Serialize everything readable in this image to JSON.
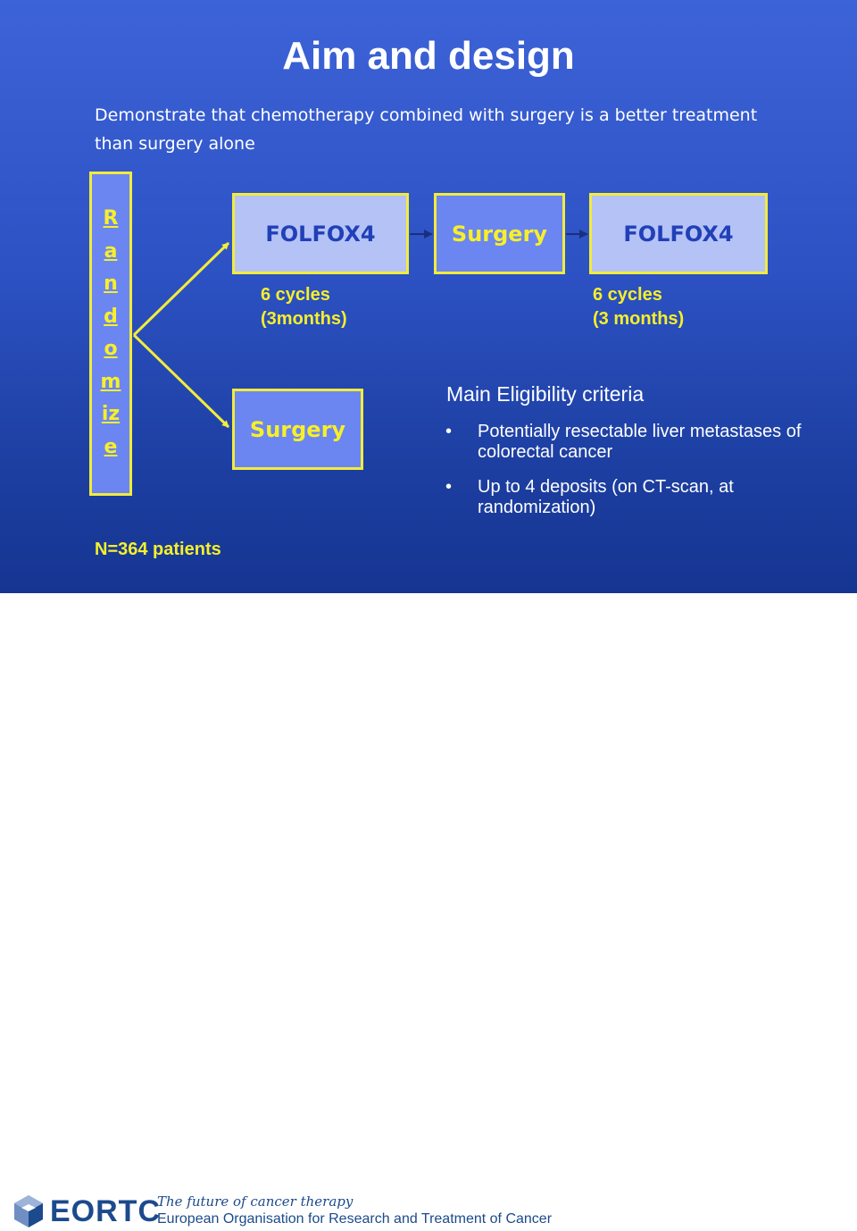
{
  "title": "Aim and design",
  "subtitle": "Demonstrate that chemotherapy combined with surgery is a better treatment than surgery alone",
  "randomize": [
    "R",
    "a",
    "n",
    "d",
    "o",
    "m",
    "iz",
    "e"
  ],
  "arms": {
    "folfox_pre": "FOLFOX4",
    "surgery_main": "Surgery",
    "folfox_post": "FOLFOX4",
    "surgery_alone": "Surgery"
  },
  "cycles": {
    "pre": {
      "line1": "6 cycles",
      "line2": "(3months)"
    },
    "post": {
      "line1": "6 cycles",
      "line2": "(3 months)"
    }
  },
  "criteria": {
    "heading": "Main Eligibility criteria",
    "items": [
      "Potentially resectable liver metastases of colorectal cancer",
      "Up to 4 deposits (on CT-scan, at randomization)"
    ]
  },
  "n_patients": "N=364 patients",
  "footer": {
    "logo": "EORTC",
    "tagline": "The future of cancer therapy",
    "organisation": "European Organisation for Research and Treatment of Cancer"
  },
  "colors": {
    "accent_yellow": "#f7ef2a",
    "box_light": "#b4c2f6",
    "box_mid": "#6b86f0",
    "brand_blue": "#1c4a8c"
  }
}
